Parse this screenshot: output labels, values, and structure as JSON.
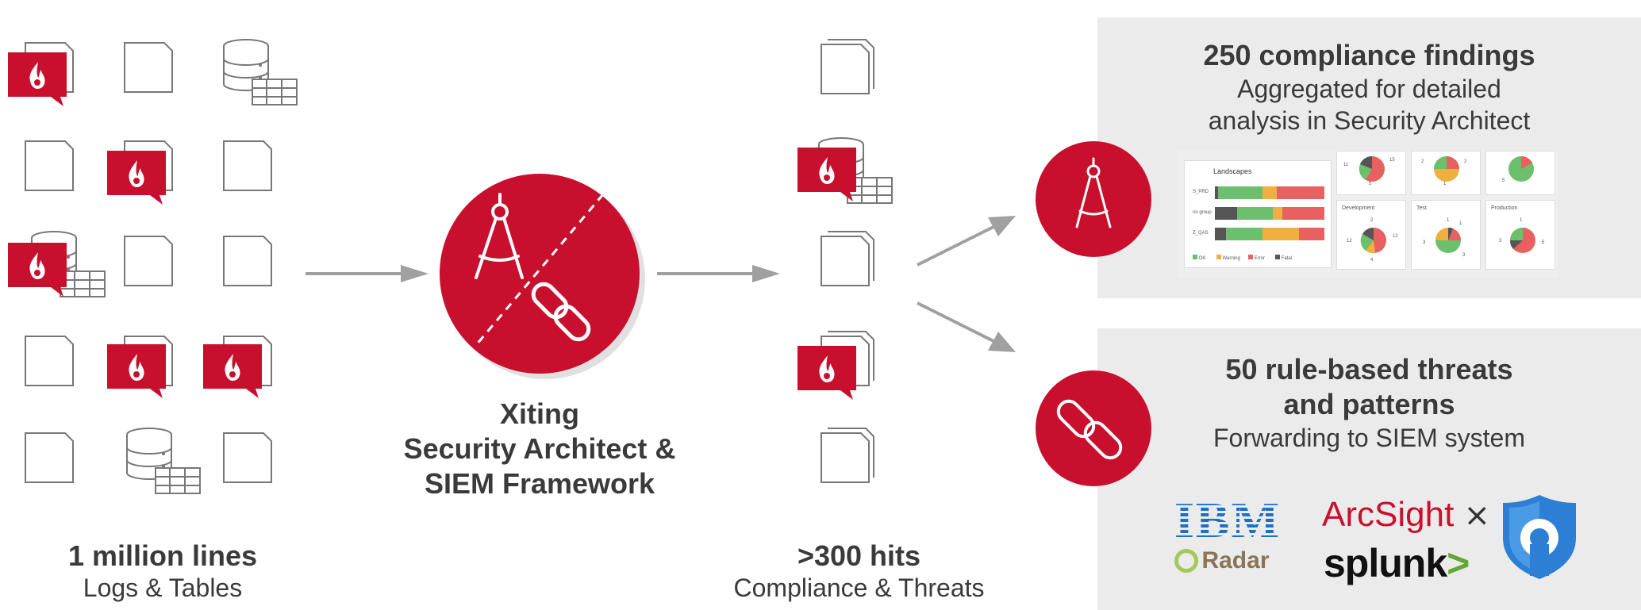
{
  "input": {
    "title": "1 million lines",
    "subtitle": "Logs & Tables"
  },
  "engine": {
    "line1": "Xiting",
    "line2": "Security Architect &",
    "line3": "SIEM Framework"
  },
  "hits": {
    "title": ">300 hits",
    "subtitle": "Compliance & Threats"
  },
  "compliance": {
    "title": "250 compliance findings",
    "line1": "Aggregated for detailed",
    "line2": "analysis in Security Architect",
    "dashboard": {
      "landscapes_title": "Landscapes",
      "rows": [
        "S_PRD",
        "no group",
        "Z_QAS"
      ],
      "legend": [
        "OK",
        "Warning",
        "Error",
        "Fatal"
      ],
      "tiles": [
        {
          "title": "Development",
          "labels": [
            "2",
            "12",
            "12",
            "4"
          ]
        },
        {
          "title": "Test",
          "labels": [
            "1",
            "1",
            "3",
            "3"
          ]
        },
        {
          "title": "Production",
          "labels": [
            "1",
            "3",
            "5"
          ]
        }
      ],
      "top_labels": [
        "11",
        "15",
        "5",
        "2",
        "2",
        "1",
        "5"
      ]
    }
  },
  "threats": {
    "title_line1": "50 rule-based threats",
    "title_line2": "and patterns",
    "subtitle": "Forwarding to SIEM system"
  },
  "vendors": {
    "ibm": "IBM",
    "qradar": "Radar",
    "arcsight": "ArcSight",
    "splunk": "splunk",
    "splunk_suffix": ">"
  },
  "colors": {
    "accent": "#c8102e",
    "text": "#3a3a3a",
    "panel": "#ebebeb",
    "arrow": "#a0a0a0",
    "ok": "#6cbf6c",
    "warning": "#f0b040",
    "error": "#e86060",
    "fatal": "#555555"
  }
}
